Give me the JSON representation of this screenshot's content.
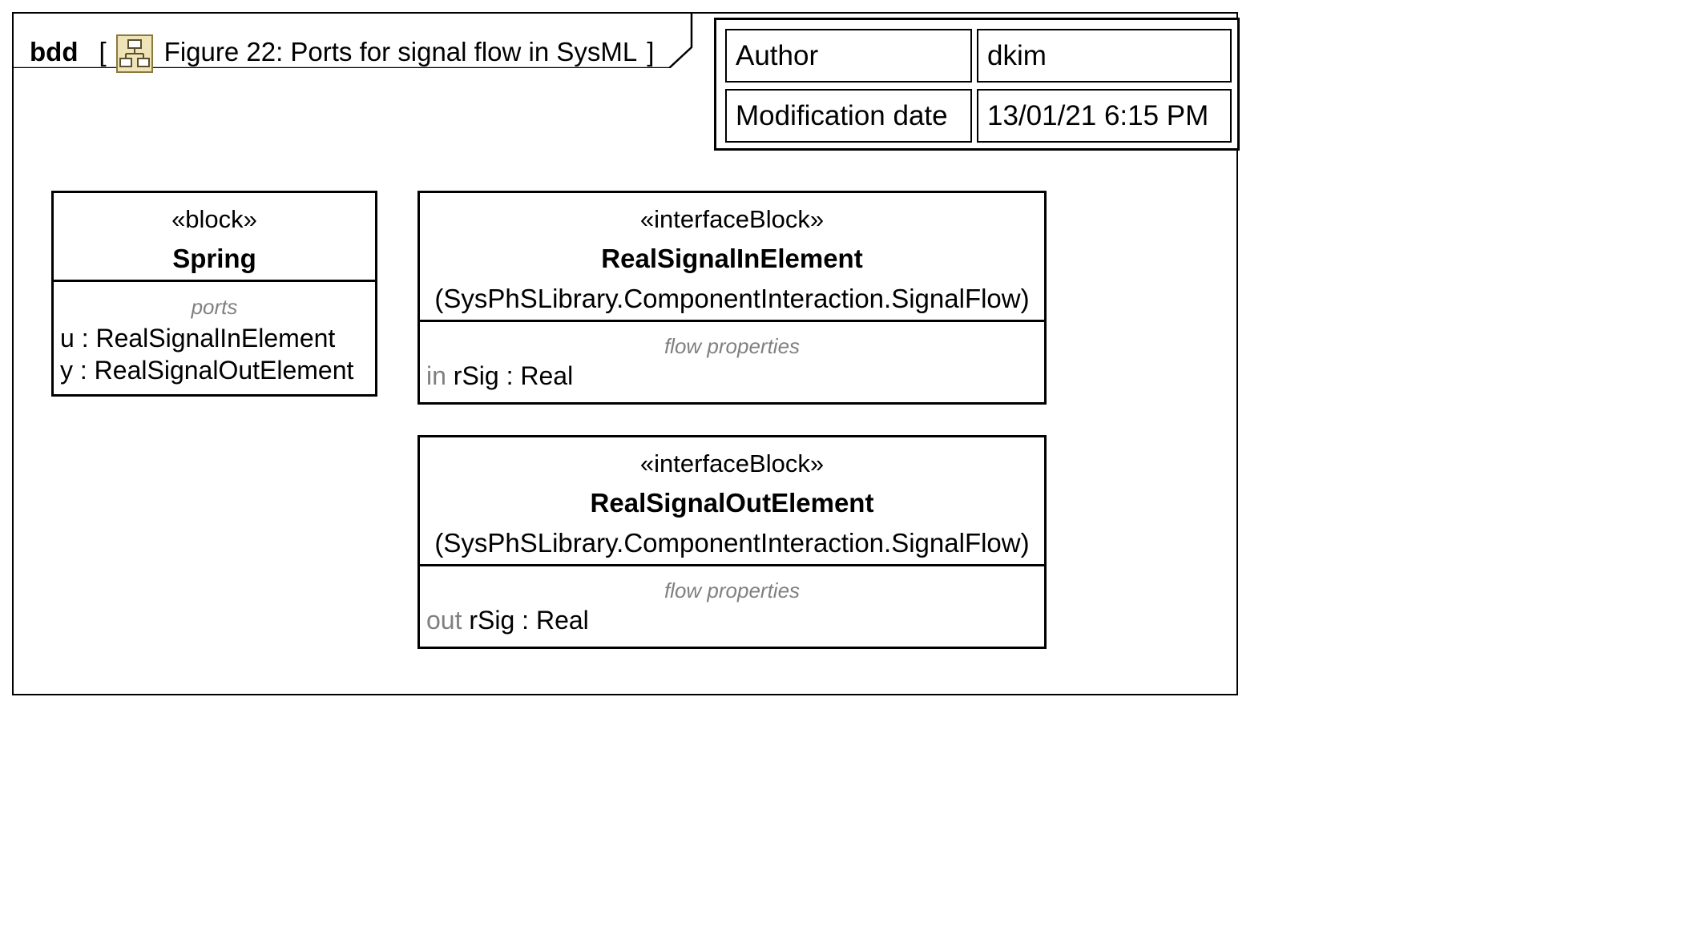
{
  "frame": {
    "kind": "bdd",
    "bracket_open": "[",
    "title": "Figure 22: Ports for signal flow in SysML",
    "bracket_close": "]",
    "icon": "block-diagram-icon"
  },
  "info_table": {
    "rows": [
      {
        "key": "Author",
        "value": "dkim"
      },
      {
        "key": "Modification date",
        "value": "13/01/21 6:15 PM"
      }
    ]
  },
  "blocks": {
    "spring": {
      "stereotype": "«block»",
      "name": "Spring",
      "compartment_title": "ports",
      "ports": [
        {
          "name": "u",
          "sep": " : ",
          "type": "RealSignalInElement"
        },
        {
          "name": "y",
          "sep": " : ",
          "type": "RealSignalOutElement"
        }
      ]
    },
    "in_element": {
      "stereotype": "«interfaceBlock»",
      "name": "RealSignalInElement",
      "qualifier": "(SysPhSLibrary.ComponentInteraction.SignalFlow)",
      "compartment_title": "flow properties",
      "property": {
        "direction": "in",
        "name": "rSig",
        "sep": " : ",
        "type": "Real"
      }
    },
    "out_element": {
      "stereotype": "«interfaceBlock»",
      "name": "RealSignalOutElement",
      "qualifier": "(SysPhSLibrary.ComponentInteraction.SignalFlow)",
      "compartment_title": "flow properties",
      "property": {
        "direction": "out",
        "name": "rSig",
        "sep": " : ",
        "type": "Real"
      }
    }
  },
  "colors": {
    "line": "#000000",
    "muted_text": "#808080",
    "icon_fill": "#efe3b8",
    "icon_stroke": "#8a7a40"
  }
}
